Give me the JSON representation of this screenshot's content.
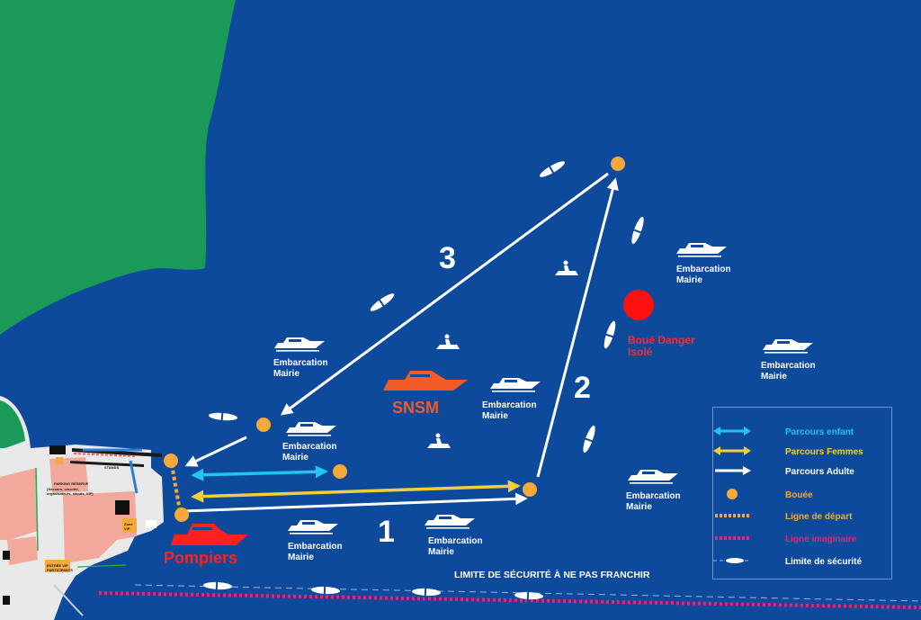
{
  "course": {
    "numbers": [
      "1",
      "2",
      "3"
    ]
  },
  "boat_labels": {
    "line1": "Embarcation",
    "line2": "Mairie"
  },
  "rescue": {
    "snsm": "SNSM",
    "pompiers": "Pompiers"
  },
  "danger_buoy": {
    "line1": "Boué Danger",
    "line2": "Isolé"
  },
  "safety_limit_text": "LIMITE DE SÉCURITÉ À NE PAS FRANCHIR",
  "legend": {
    "items": [
      {
        "symbol": "double-arrow",
        "color": "#22c4f0",
        "label": "Parcours enfant"
      },
      {
        "symbol": "double-arrow",
        "color": "#f2cf3a",
        "label": "Parcours  Femmes"
      },
      {
        "symbol": "arrow",
        "color": "#ffffff",
        "label": "Parcours Adulte"
      },
      {
        "symbol": "buoy-dot",
        "color": "#f5a93a",
        "label": "Bouée"
      },
      {
        "symbol": "dotted-line",
        "color": "#f5a93a",
        "label": "Ligne de départ"
      },
      {
        "symbol": "dotted-line",
        "color": "#e8237a",
        "label": "Ligne imaginaire"
      },
      {
        "symbol": "kayak-line",
        "color": "#ffffff",
        "label": "Limite de sécurité"
      }
    ]
  },
  "land_labels": {
    "parking": "PARKING RÉSERVÉ",
    "parking_sub": "(Secours, sécurité, organisateurs, stands, VIP)",
    "stands": "STANDS",
    "zone_vip": "Zone VIP",
    "entree": "ENTRÉE VIP PARTICIPANTS"
  },
  "colors": {
    "sea": "#0d4a9c",
    "land_green": "#1a9a58",
    "course_white": "#ffffff",
    "course_child": "#22c4f0",
    "course_women": "#f2cf3a",
    "buoy": "#f5a93a",
    "danger": "#ff1010",
    "rescue_red": "#ff2a2a",
    "snsm_orange": "#f25a28",
    "imaginary_line": "#e8237a"
  }
}
